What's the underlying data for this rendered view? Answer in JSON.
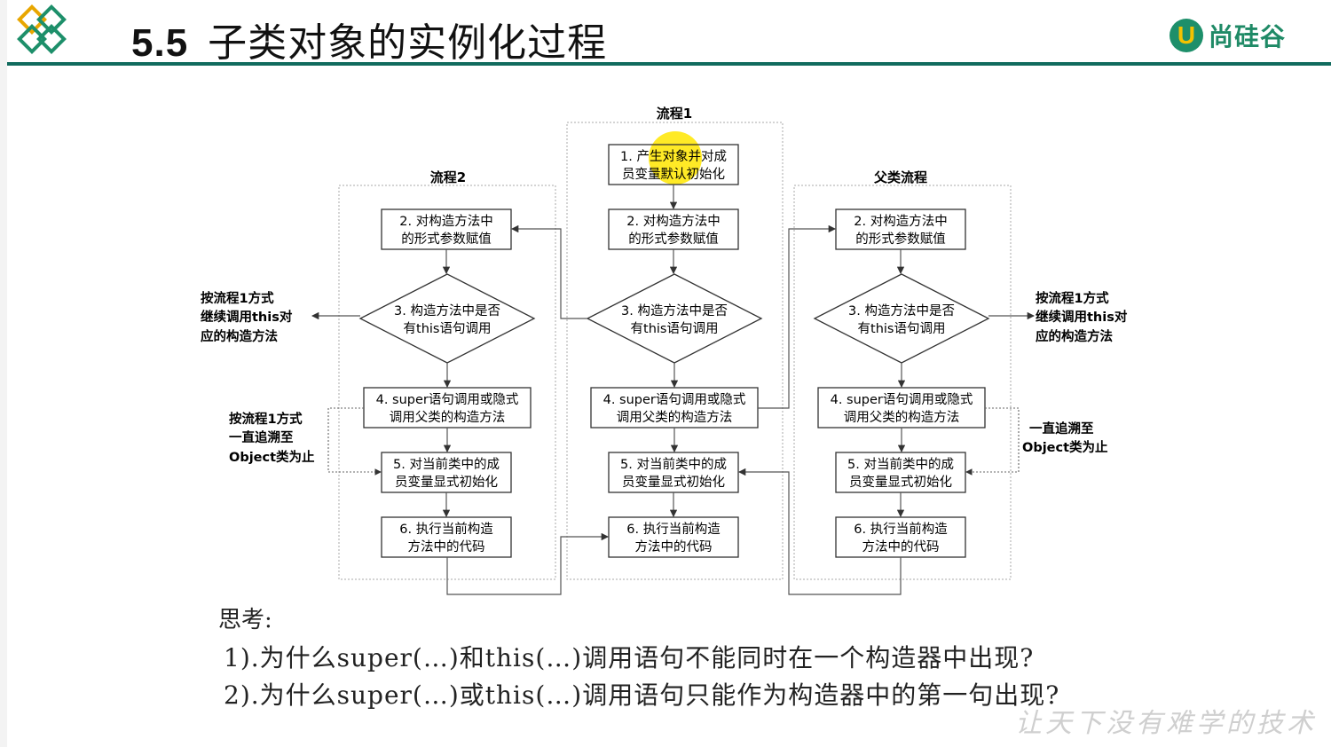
{
  "slide": {
    "number": "5.5",
    "title": "子类对象的实例化过程",
    "brand": "尚硅谷",
    "brand_badge": "U",
    "accent_color": "#116b5e",
    "watermark": "让天下没有难学的技术"
  },
  "diagram": {
    "columns": [
      {
        "title": "流程2",
        "boxes": [
          {
            "lines": [
              "2. 对构造方法中",
              "的形式参数赋值"
            ]
          },
          {
            "lines": [
              "3. 构造方法中是否",
              "有this语句调用"
            ]
          },
          {
            "lines": [
              "4. super语句调用或隐式",
              "调用父类的构造方法"
            ]
          },
          {
            "lines": [
              "5. 对当前类中的成",
              "员变量显式初始化"
            ]
          },
          {
            "lines": [
              "6. 执行当前构造",
              "方法中的代码"
            ]
          }
        ]
      },
      {
        "title": "流程1",
        "boxes": [
          {
            "lines": [
              "1. 产生对象并对成",
              "员变量默认初始化"
            ]
          },
          {
            "lines": [
              "2. 对构造方法中",
              "的形式参数赋值"
            ]
          },
          {
            "lines": [
              "3. 构造方法中是否",
              "有this语句调用"
            ]
          },
          {
            "lines": [
              "4. super语句调用或隐式",
              "调用父类的构造方法"
            ]
          },
          {
            "lines": [
              "5. 对当前类中的成",
              "员变量显式初始化"
            ]
          },
          {
            "lines": [
              "6. 执行当前构造",
              "方法中的代码"
            ]
          }
        ]
      },
      {
        "title": "父类流程",
        "boxes": [
          {
            "lines": [
              "2. 对构造方法中",
              "的形式参数赋值"
            ]
          },
          {
            "lines": [
              "3. 构造方法中是否",
              "有this语句调用"
            ]
          },
          {
            "lines": [
              "4. super语句调用或隐式",
              "调用父类的构造方法"
            ]
          },
          {
            "lines": [
              "5. 对当前类中的成",
              "员变量显式初始化"
            ]
          },
          {
            "lines": [
              "6. 执行当前构造",
              "方法中的代码"
            ]
          }
        ]
      }
    ],
    "side_notes": {
      "left_this": [
        "按流程1方式",
        "继续调用this对",
        "应的构造方法"
      ],
      "left_object": [
        "按流程1方式",
        "一直追溯至",
        "Object类为止"
      ],
      "right_this": [
        "按流程1方式",
        "继续调用this对",
        "应的构造方法"
      ],
      "right_object": [
        "一直追溯至",
        "Object类为止"
      ]
    }
  },
  "thinking": {
    "label": "思考:",
    "questions": [
      "1).为什么super(…)和this(…)调用语句不能同时在一个构造器中出现?",
      "2).为什么super(…)或this(…)调用语句只能作为构造器中的第一句出现?"
    ]
  }
}
